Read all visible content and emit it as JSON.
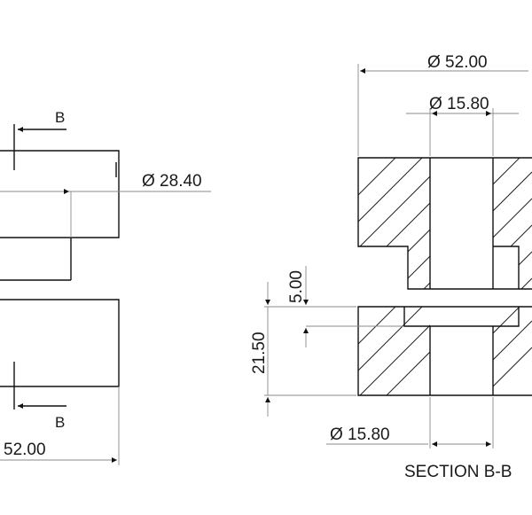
{
  "colors": {
    "line": "#111111",
    "dimension": "#8a8a8a",
    "background": "#ffffff"
  },
  "left_view": {
    "section_label_top": "B",
    "section_label_bottom": "B",
    "dim_diameter_28": "Ø 28.40",
    "dim_width_bottom": "52.00"
  },
  "section_view": {
    "dim_diameter_52": "Ø 52.00",
    "dim_diameter_15_top": "Ø 15.80",
    "dim_height_5": "5.00",
    "dim_height_21": "21.50",
    "dim_diameter_15_bottom": "Ø 15.80",
    "title": "SECTION B-B"
  }
}
